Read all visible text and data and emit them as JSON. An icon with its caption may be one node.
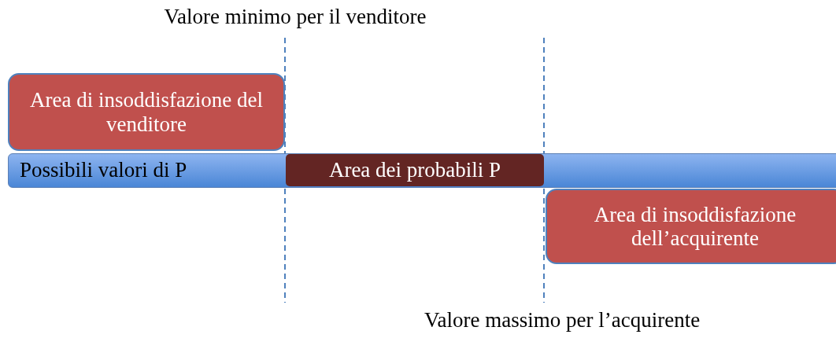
{
  "diagram": {
    "nodes": [
      {
        "text": [
          "Area di insoddisfazione del venditore"
        ]
      },
      {
        "text": [
          "Possibili valori di P"
        ]
      },
      {
        "text": [
          "Area dei probabili P"
        ],
        "in": 1
      },
      {
        "text": [
          "Area di insoddisfazione dell’acquirente"
        ]
      }
    ],
    "labels": [
      "Valore minimo per il venditore",
      "Valore massimo per l’acquirente"
    ]
  }
}
